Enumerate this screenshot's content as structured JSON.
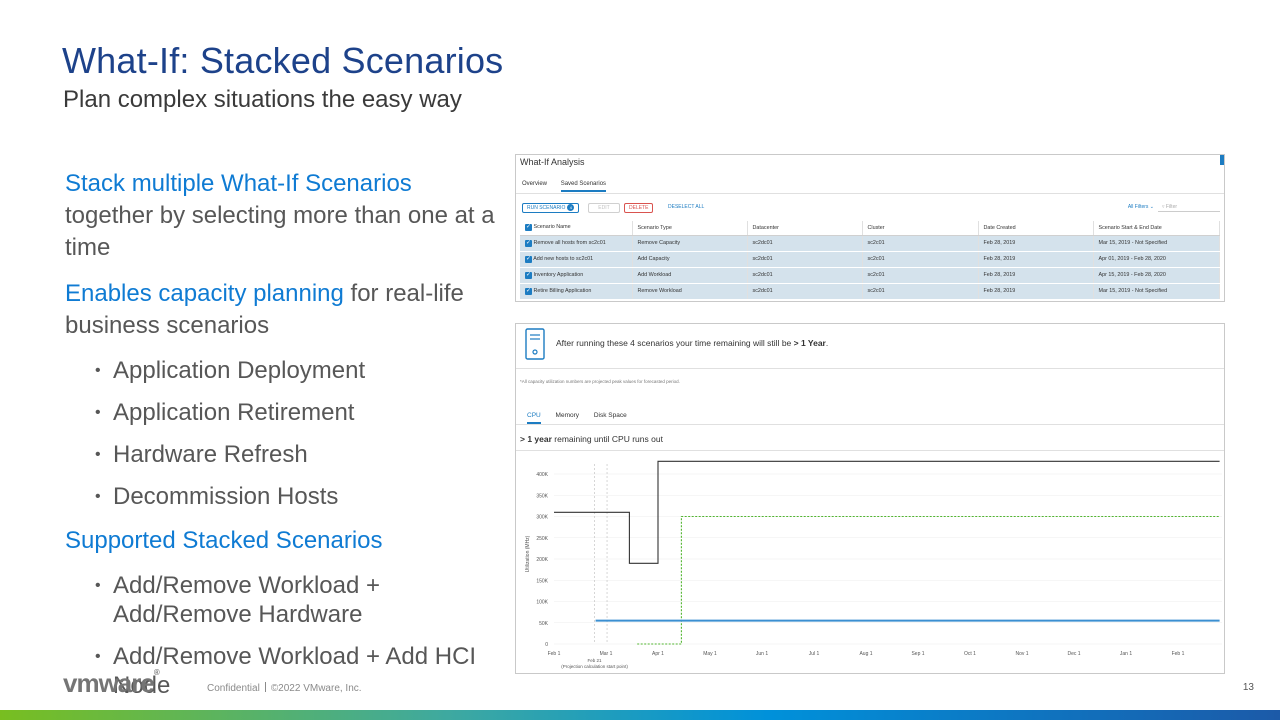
{
  "slide": {
    "title": "What-If: Stacked Scenarios",
    "subtitle": "Plan complex situations the easy way",
    "page_number": "13"
  },
  "left": {
    "p1_highlight": "Stack multiple What-If Scenarios",
    "p1_text": " together by selecting more than one at a time",
    "p2_highlight": "Enables capacity planning",
    "p2_text": " for real-life business scenarios",
    "use_cases": [
      "Application Deployment",
      "Application Retirement",
      "Hardware Refresh",
      "Decommission Hosts"
    ],
    "supported_heading": "Supported Stacked Scenarios",
    "supported": [
      "Add/Remove Workload + Add/Remove Hardware",
      "Add/Remove Workload + Add HCI Node"
    ]
  },
  "analysis": {
    "title": "What-If Analysis",
    "tabs": [
      "Overview",
      "Saved Scenarios"
    ],
    "run_label": "RUN SCENARIO",
    "run_count": "4",
    "edit_label": "EDIT",
    "delete_label": "DELETE",
    "deselect_label": "DESELECT ALL",
    "filters_label": "All Filters ⌄",
    "filter_placeholder": "▿ Filter",
    "columns": [
      "Scenario Name",
      "Scenario Type",
      "Datacenter",
      "Cluster",
      "Date Created",
      "Scenario Start & End Date"
    ],
    "rows": [
      [
        "Remove all hosts from sc2c01",
        "Remove Capacity",
        "sc2dc01",
        "sc2c01",
        "Feb 28, 2019",
        "Mar 15, 2019 - Not Specified"
      ],
      [
        "Add new hosts to sc2c01",
        "Add Capacity",
        "sc2dc01",
        "sc2c01",
        "Feb 28, 2019",
        "Apr 01, 2019 - Feb 28, 2020"
      ],
      [
        "Inventory Application",
        "Add Workload",
        "sc2dc01",
        "sc2c01",
        "Feb 28, 2019",
        "Apr 15, 2019 - Feb 28, 2020"
      ],
      [
        "Retire Billing Application",
        "Remove Workload",
        "sc2dc01",
        "sc2c01",
        "Feb 28, 2019",
        "Mar 15, 2019 - Not Specified"
      ]
    ]
  },
  "result": {
    "head_prefix": "After running these 4 scenarios your time remaining will still be ",
    "head_value": "> 1 Year",
    "head_suffix": ".",
    "note": "*All capacity utilization numbers are projected peak values for forecasted period.",
    "tabs": [
      "CPU",
      "Memory",
      "Disk Space"
    ],
    "remaining_bold": "> 1 year",
    "remaining_text": " remaining until CPU runs out"
  },
  "chart_data": {
    "type": "line",
    "ylabel": "Utilization (MHz)",
    "ylim": [
      0,
      400000
    ],
    "y_ticks": [
      "0",
      "50K",
      "100K",
      "150K",
      "200K",
      "250K",
      "300K",
      "350K",
      "400K"
    ],
    "x_ticks": [
      "Feb 1",
      "Mar 1",
      "Apr 1",
      "May 1",
      "Jun 1",
      "Jul 1",
      "Aug 1",
      "Sep 1",
      "Oct 1",
      "Nov 1",
      "Dec 1",
      "Jan 1",
      "Feb 1"
    ],
    "marker_label": "Feb 21",
    "marker_sublabel": "(Projection calculation start point)",
    "series": [
      {
        "color": "#333333",
        "dash": false,
        "points": [
          [
            0,
            310000
          ],
          [
            1.45,
            310000
          ],
          [
            1.45,
            190000
          ],
          [
            2,
            190000
          ],
          [
            2,
            430000
          ],
          [
            12.8,
            430000
          ]
        ]
      },
      {
        "color": "#52b530",
        "dash": true,
        "points": [
          [
            1.6,
            0
          ],
          [
            2.45,
            0
          ],
          [
            2.45,
            300000
          ],
          [
            12.8,
            300000
          ]
        ]
      },
      {
        "color": "#3b8fd1",
        "dash": false,
        "points": [
          [
            0.8,
            55000
          ],
          [
            12.8,
            55000
          ]
        ]
      }
    ]
  },
  "footer": {
    "logo_text": "vmware",
    "confidential": "Confidential",
    "copyright": "©2022 VMware, Inc."
  }
}
